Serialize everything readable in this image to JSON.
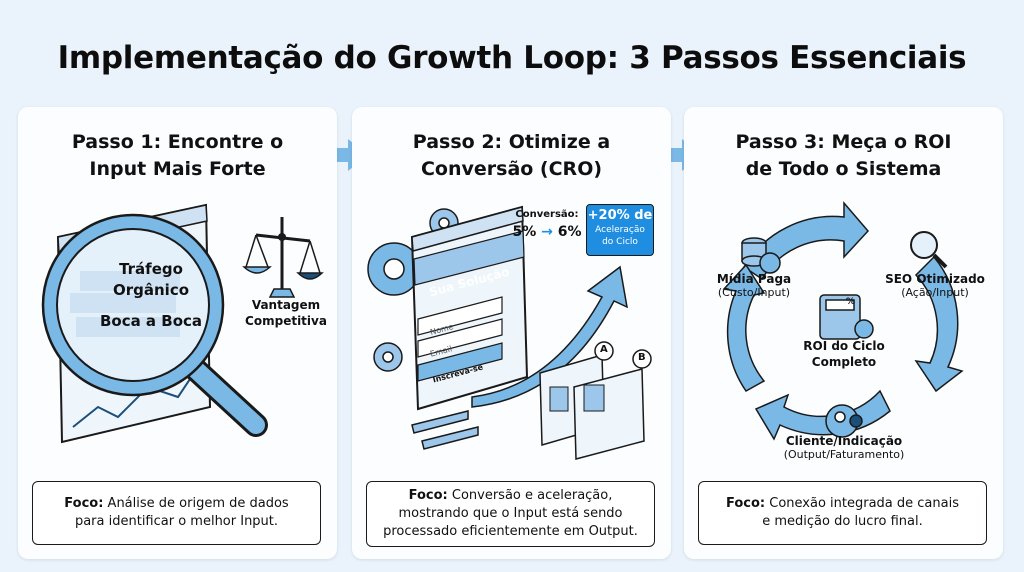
{
  "title": "Implementação do Growth Loop: 3 Passos Essenciais",
  "step1": {
    "title_line1": "Passo 1: Encontre o",
    "title_line2": "Input Mais Forte",
    "lens_line1": "Tráfego",
    "lens_line2": "Orgânico",
    "lens_line3": "Boca a Boca",
    "side_line1": "Vantagem",
    "side_line2": "Competitiva",
    "foco_label": "Foco:",
    "foco_text1": " Análise de origem de dados",
    "foco_text2": "para identificar o melhor Input."
  },
  "step2": {
    "title_line1": "Passo 2: Otimize a",
    "title_line2": "Conversão (CRO)",
    "conv_label": "Conversão:",
    "conv_from": "5%",
    "conv_to": "6%",
    "badge_line1": "+20% de",
    "badge_line2": "Aceleração",
    "badge_line3": "do Ciclo",
    "form_title": "Sua Solução",
    "form_name": "Nome",
    "form_email": "Email",
    "form_button": "Inscreva-se",
    "ab_a": "A",
    "ab_b": "B",
    "foco_label": "Foco:",
    "foco_text1": " Conversão e aceleração,",
    "foco_text2": "mostrando que o Input está sendo",
    "foco_text3": "processado eficientemente em Output."
  },
  "step3": {
    "title_line1": "Passo 3: Meça o ROI",
    "title_line2": "de Todo o Sistema",
    "paid_title": "Mídia Paga",
    "paid_sub": "(Custo/Input)",
    "seo_title": "SEO Otimizado",
    "seo_sub": "(Ação/Input)",
    "roi_line1": "ROI do Ciclo",
    "roi_line2": "Completo",
    "client_title": "Cliente/Indicação",
    "client_sub": "(Output/Faturamento)",
    "calc_symbol": "%",
    "foco_label": "Foco:",
    "foco_text1": " Conexão integrada de canais",
    "foco_text2": "e medição do lucro final."
  },
  "colors": {
    "accent": "#7ab8e6",
    "accent_dark": "#1a4f7a",
    "badge": "#1f8ee0",
    "background": "#eaf3fb"
  }
}
